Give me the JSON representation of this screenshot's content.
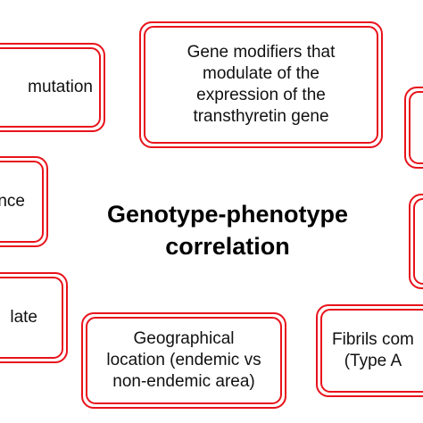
{
  "center": {
    "line1": "Genotype-phenotype",
    "line2": "correlation"
  },
  "boxes": {
    "mutation": {
      "lines": [
        "mutation"
      ]
    },
    "gene_modifiers": {
      "lines": [
        "Gene modifiers that",
        "modulate of the",
        "expression of the",
        "transthyretin gene"
      ]
    },
    "nce": {
      "lines": [
        "nce"
      ]
    },
    "late": {
      "lines": [
        "late"
      ]
    },
    "geographical": {
      "lines": [
        "Geographical",
        "location (endemic vs",
        "non-endemic area)"
      ]
    },
    "fibrils": {
      "lines": [
        "Fibrils com",
        "(Type A"
      ]
    },
    "right_top": {
      "lines": []
    },
    "right_mid": {
      "lines": []
    }
  },
  "colors": {
    "box_border": "#e8131b",
    "text": "#111111"
  }
}
